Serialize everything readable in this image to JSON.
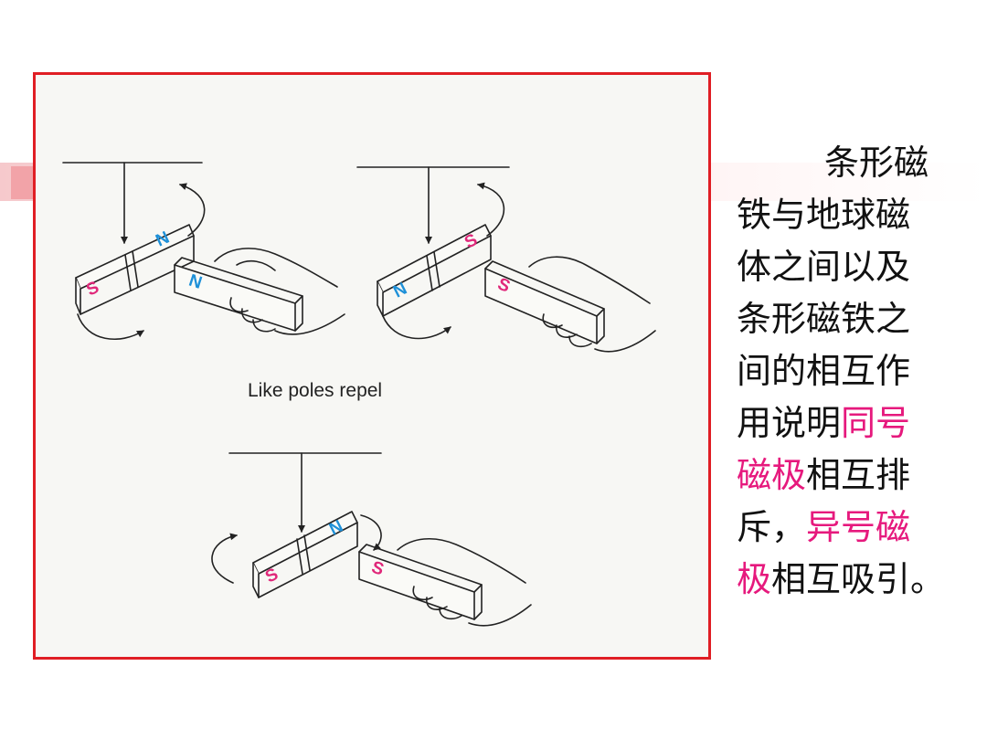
{
  "figure": {
    "label": "Like poles repel",
    "pole_south": "S",
    "pole_north": "N"
  },
  "caption": {
    "line1": "条形磁",
    "line2": "铁与地球磁",
    "line3": "体之间以及",
    "line4": "条形磁铁之",
    "line5": "间的相互作",
    "line6_a": "用说明",
    "line6_hl": "同号",
    "line7_hl": "磁极",
    "line7_b": "相互排",
    "line8_a": "斥，",
    "line8_hl": "异号磁",
    "line9_hl": "极",
    "line9_b": "相互吸引。"
  },
  "colors": {
    "frame": "#e01e24",
    "highlight": "#e6197d",
    "pole_s": "#e0287a",
    "pole_n": "#1e90d8"
  }
}
